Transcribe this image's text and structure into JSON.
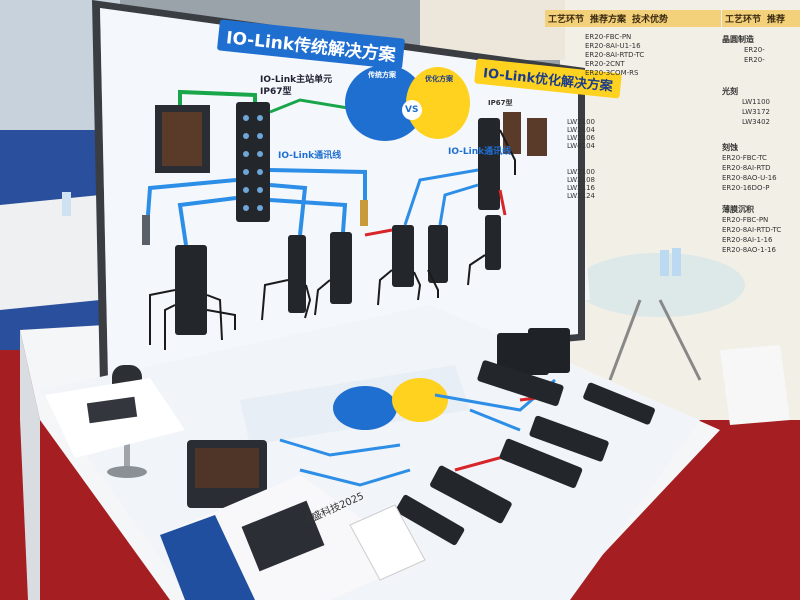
{
  "display": {
    "main_title": "IO-Link传统解决方案",
    "opt_title": "IO-Link优化解决方案",
    "master_label_1": "IO-Link主站单元",
    "master_label_2": "IP67型",
    "trad_badge": "传统方案",
    "opt_badge": "优化方案",
    "vs_label": "VS",
    "comm_label": "IO-Link通讯线",
    "comm_label_2": "IO-Link通讯线",
    "opt_side_label": "IP67型"
  },
  "table": {
    "booklet_title": "迅盛科技2025"
  },
  "posters": {
    "left": {
      "headers": [
        "工艺环节",
        "推荐方案",
        "技术优势"
      ],
      "rows": [
        "ER20-FBC-PN",
        "ER20-8AI-U1-16",
        "ER20-8AI-RTD-TC",
        "ER20-2CNT",
        "ER20-3COM-RS",
        "LW2100",
        "LW3104",
        "LW3106",
        "LW4104",
        "LW2100",
        "LW3108",
        "LW3116",
        "LW3124"
      ]
    },
    "right": {
      "headers": [
        "工艺环节",
        "推荐"
      ],
      "rows": [
        "晶圆制造",
        "ER20-",
        "ER20-",
        "光刻",
        "LW1100",
        "LW3172",
        "LW3402",
        "刻蚀",
        "ER20-FBC-TC",
        "ER20-8AI-RTD",
        "ER20-8AO-U-16",
        "ER20-16DO-P",
        "薄膜沉积",
        "ER20-FBC-PN",
        "ER20-8AI-RTD-TC",
        "ER20-8AI-1-16",
        "ER20-8AO-1-16"
      ]
    }
  },
  "colors": {
    "accent_blue": "#1f6fd1",
    "accent_yellow": "#ffd21f",
    "cable_green": "#19a64a",
    "cable_blue": "#2c8ee6",
    "cable_red": "#d8252a",
    "module_dark": "#2a2d33"
  }
}
